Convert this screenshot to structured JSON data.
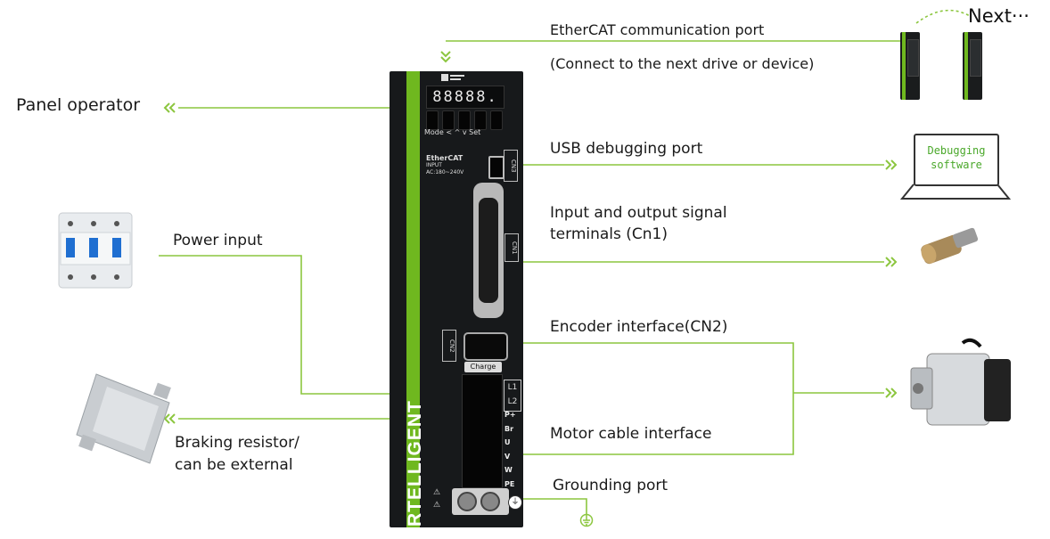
{
  "top_right": {
    "next_label": "Next···"
  },
  "labels": {
    "ethercat_line1": "EtherCAT communication port",
    "ethercat_line2": "(Connect to the next drive or device)",
    "panel_operator": "Panel operator",
    "usb_port": "USB debugging port",
    "io_line1": "Input and output signal",
    "io_line2": "terminals (Cn1)",
    "power_input": "Power input",
    "encoder": "Encoder interface(CN2)",
    "braking_line1": "Braking resistor/",
    "braking_line2": "can be external",
    "motor_cable": "Motor cable interface",
    "grounding": "Grounding port"
  },
  "laptop": {
    "line1": "Debugging",
    "line2": "software"
  },
  "drive": {
    "display_text": "88888.",
    "key_labels": "Mode  <   ^   v  Set",
    "ethercat_text": "EtherCAT",
    "input_text": "INPUT",
    "ac_text": "AC:180~240V",
    "cn3_label": "CN3",
    "cn1_label": "CN1",
    "cn2_label": "CN2",
    "charge_label": "Charge",
    "l1_label": "L1",
    "l2_label": "L2",
    "terminals": [
      "P+",
      "Br",
      "U",
      "V",
      "W",
      "PE"
    ],
    "brand_text": "RTELLIGENT"
  },
  "colors": {
    "accent": "#8cc63f",
    "drive_body": "#17191b",
    "stripe": "#6fb81f"
  },
  "icons": [
    "double-chevron-left-icon",
    "double-chevron-right-icon",
    "double-chevron-down-icon",
    "ground-icon",
    "curved-arrow-icon"
  ]
}
